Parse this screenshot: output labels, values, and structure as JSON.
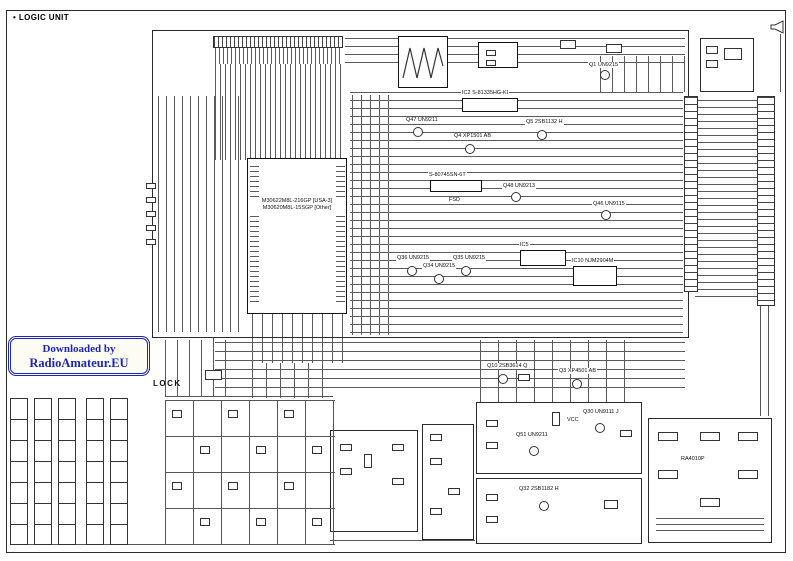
{
  "page": {
    "bullet": "•",
    "title": "LOGIC UNIT"
  },
  "watermark": {
    "line1": "Downloaded by",
    "line2": "RadioAmateur.EU"
  },
  "colors": {
    "watermark-blue": "#1e25b8",
    "ink": "#222222"
  },
  "section_labels": {
    "lock": "LOCK"
  },
  "mcu": {
    "line1": "M30622M8L-216GP [USA-3]",
    "line2": "M30620M8L-15SGP [Other]"
  },
  "components": {
    "ic2": "IC2 S-81335HG-KI",
    "ic3": "S-80745SN-6T",
    "ic5": "IC5",
    "ic10": "IC10 NJM2904M",
    "q1": "Q1 UN9215",
    "q3": "Q3 XP4501 AB",
    "q4": "Q4 XP1501 AB",
    "q5": "Q5 2SB1132 H",
    "q10": "Q10 2SB3614 Q",
    "q30": "Q30 UN9111 J",
    "q32": "Q32 2SB1182 H",
    "q34": "Q34 UN9215",
    "q35": "Q35 UN9215",
    "q36": "Q36 UN9215",
    "q46": "Q46 UN9115",
    "q47": "Q47 UN9211",
    "q48": "Q48 UN9213",
    "q51": "Q51 UN9211",
    "ra": "RA4010P"
  },
  "net_labels": {
    "vcc": "VCC",
    "fsd": "FSD"
  }
}
